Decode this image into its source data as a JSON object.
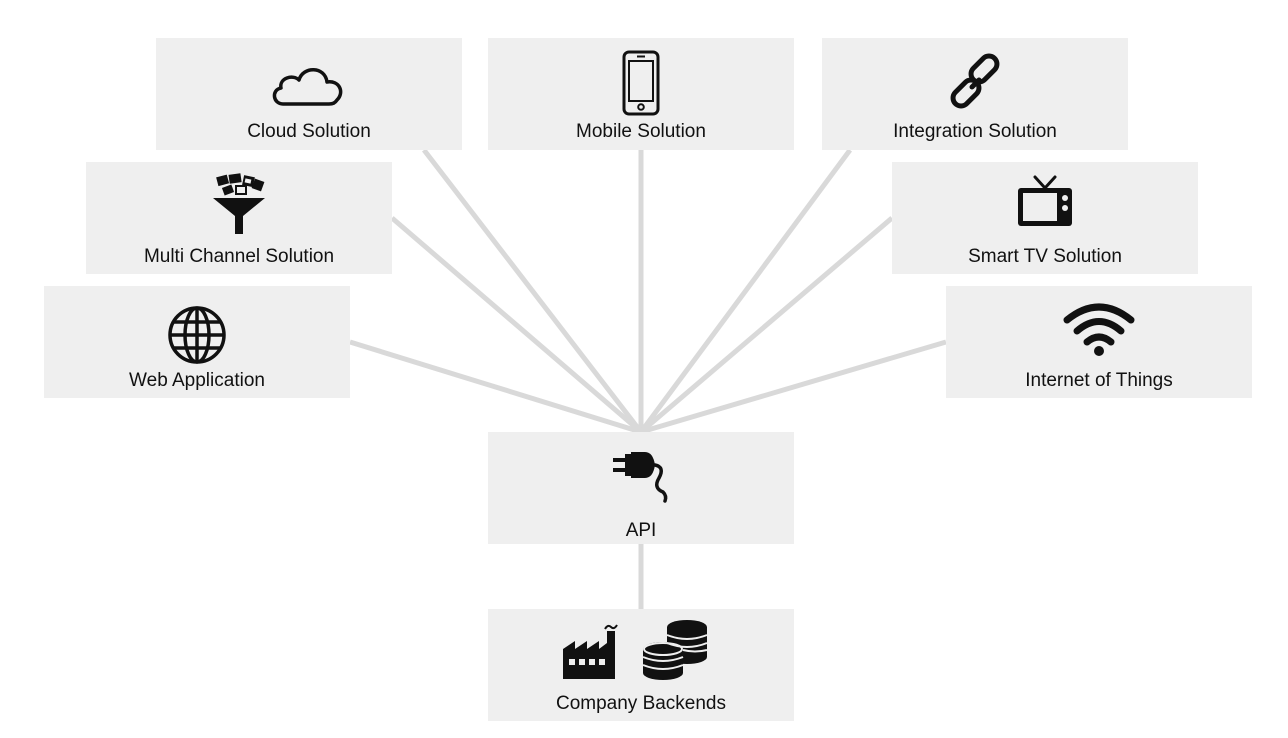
{
  "nodes": {
    "cloud": {
      "label": "Cloud Solution",
      "icon": "cloud-icon"
    },
    "mobile": {
      "label": "Mobile Solution",
      "icon": "smartphone-icon"
    },
    "integration": {
      "label": "Integration Solution",
      "icon": "chain-link-icon"
    },
    "multi": {
      "label": "Multi Channel Solution",
      "icon": "funnel-icon"
    },
    "smarttv": {
      "label": "Smart TV Solution",
      "icon": "tv-icon"
    },
    "web": {
      "label": "Web Application",
      "icon": "globe-icon"
    },
    "iot": {
      "label": "Internet of Things",
      "icon": "wifi-icon"
    },
    "api": {
      "label": "API",
      "icon": "plug-icon"
    },
    "backends": {
      "label": "Company Backends",
      "icon": "factory-and-coins-icon"
    }
  },
  "colors": {
    "box": "#efefef",
    "connector": "#d9d9d9",
    "icon": "#111111"
  }
}
